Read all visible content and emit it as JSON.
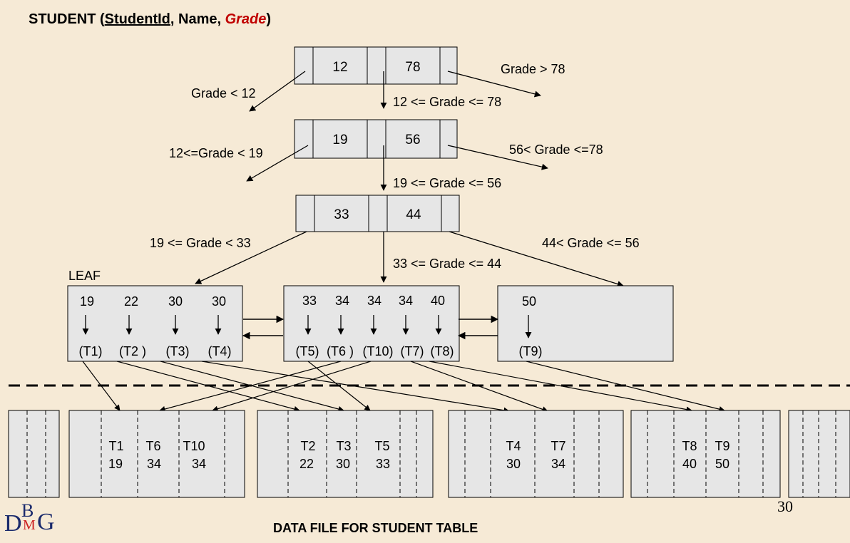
{
  "title": {
    "table": "STUDENT (",
    "key": "StudentId",
    "sep": ", Name, ",
    "grade": "Grade",
    "close": ")"
  },
  "nodes": {
    "root": {
      "keys": [
        "12",
        "78"
      ]
    },
    "level2": {
      "keys": [
        "19",
        "56"
      ]
    },
    "level3": {
      "keys": [
        "33",
        "44"
      ]
    }
  },
  "edge_labels": {
    "grade_gt_78": "Grade > 78",
    "grade_lt_12": "Grade < 12",
    "range_12_78": "12 <= Grade <= 78",
    "range_12_19": "12<=Grade < 19",
    "range_56_78": "56< Grade <=78",
    "range_19_56": "19 <= Grade <= 56",
    "range_19_33": "19 <= Grade < 33",
    "range_44_56": "44< Grade <= 56",
    "range_33_44": "33 <= Grade <= 44"
  },
  "leaf_label": "LEAF",
  "leaves": [
    {
      "keys": [
        "19",
        "22",
        "30",
        "30"
      ],
      "tids": [
        "(T1)",
        "(T2 )",
        "(T3)",
        "(T4)"
      ]
    },
    {
      "keys": [
        "33",
        "34",
        "34",
        "34",
        "40"
      ],
      "tids": [
        "(T5)",
        "(T6 )",
        "(T10)",
        "(T7)",
        "(T8)"
      ]
    },
    {
      "keys": [
        "50"
      ],
      "tids": [
        "(T9)"
      ]
    }
  ],
  "data_blocks": [
    {
      "ids": [
        "T1",
        "T6",
        "T10"
      ],
      "grades": [
        "19",
        "34",
        "34"
      ]
    },
    {
      "ids": [
        "T2",
        "T3",
        "T5"
      ],
      "grades": [
        "22",
        "30",
        "33"
      ]
    },
    {
      "ids": [
        "T4",
        "T7"
      ],
      "grades": [
        "30",
        "34"
      ]
    },
    {
      "ids": [
        "T8",
        "T9"
      ],
      "grades": [
        "40",
        "50"
      ]
    }
  ],
  "footer": "DATA FILE FOR STUDENT TABLE",
  "page_number": "30",
  "logo": {
    "d": "D",
    "b": "B",
    "m": "M",
    "g": "G"
  },
  "colors": {
    "background": "#f6ead6",
    "node_fill": "#e6e6e6",
    "grade_red": "#c00000"
  }
}
